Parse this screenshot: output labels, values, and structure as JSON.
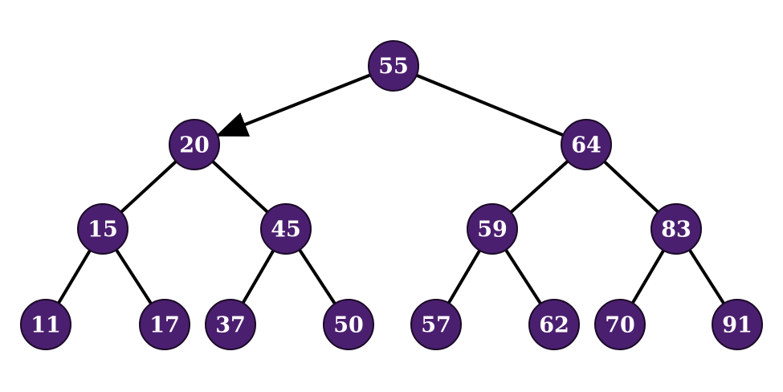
{
  "colors": {
    "node_fill": "#4b1f6f",
    "node_stroke": "#1a0a26",
    "edge": "#000000",
    "label": "#ffffff"
  },
  "nodes": [
    {
      "id": "n55",
      "label": "55"
    },
    {
      "id": "n20",
      "label": "20"
    },
    {
      "id": "n64",
      "label": "64"
    },
    {
      "id": "n15",
      "label": "15"
    },
    {
      "id": "n45",
      "label": "45"
    },
    {
      "id": "n59",
      "label": "59"
    },
    {
      "id": "n83",
      "label": "83"
    },
    {
      "id": "n11",
      "label": "11"
    },
    {
      "id": "n17",
      "label": "17"
    },
    {
      "id": "n37",
      "label": "37"
    },
    {
      "id": "n50",
      "label": "50"
    },
    {
      "id": "n57",
      "label": "57"
    },
    {
      "id": "n62",
      "label": "62"
    },
    {
      "id": "n70",
      "label": "70"
    },
    {
      "id": "n91",
      "label": "91"
    }
  ],
  "edges": [
    {
      "from": "n55",
      "to": "n20",
      "arrow": true
    },
    {
      "from": "n55",
      "to": "n64",
      "arrow": false
    },
    {
      "from": "n20",
      "to": "n15",
      "arrow": false
    },
    {
      "from": "n20",
      "to": "n45",
      "arrow": false
    },
    {
      "from": "n64",
      "to": "n59",
      "arrow": false
    },
    {
      "from": "n64",
      "to": "n83",
      "arrow": false
    },
    {
      "from": "n15",
      "to": "n11",
      "arrow": false
    },
    {
      "from": "n15",
      "to": "n17",
      "arrow": false
    },
    {
      "from": "n45",
      "to": "n37",
      "arrow": false
    },
    {
      "from": "n45",
      "to": "n50",
      "arrow": false
    },
    {
      "from": "n59",
      "to": "n57",
      "arrow": false
    },
    {
      "from": "n59",
      "to": "n62",
      "arrow": false
    },
    {
      "from": "n83",
      "to": "n70",
      "arrow": false
    },
    {
      "from": "n83",
      "to": "n91",
      "arrow": false
    }
  ]
}
